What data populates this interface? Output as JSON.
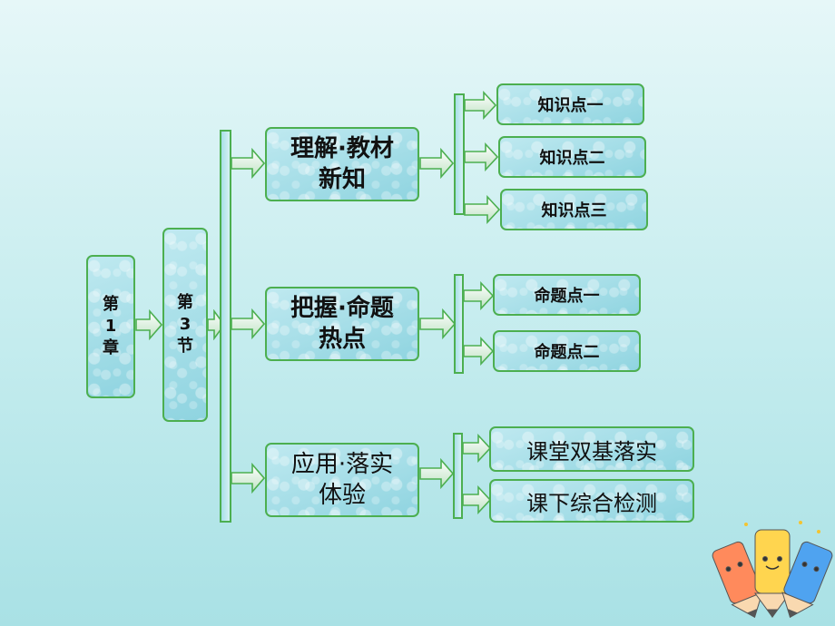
{
  "chapter": {
    "line1": "第",
    "line2": "1",
    "line3": "章"
  },
  "section": {
    "line1": "第",
    "line2": "3",
    "line3": "节"
  },
  "groups": [
    {
      "title_l1": "理解·教材",
      "title_l2": "新知",
      "items": [
        "知识点一",
        "知识点二",
        "知识点三"
      ]
    },
    {
      "title_l1": "把握·命题",
      "title_l2": "热点",
      "items": [
        "命题点一",
        "命题点二"
      ]
    },
    {
      "title_l1": "应用·落实",
      "title_l2": "体验",
      "items": [
        "课堂双基落实",
        "课下综合检测"
      ]
    }
  ],
  "decor": {
    "icon": "pencils-icon"
  }
}
